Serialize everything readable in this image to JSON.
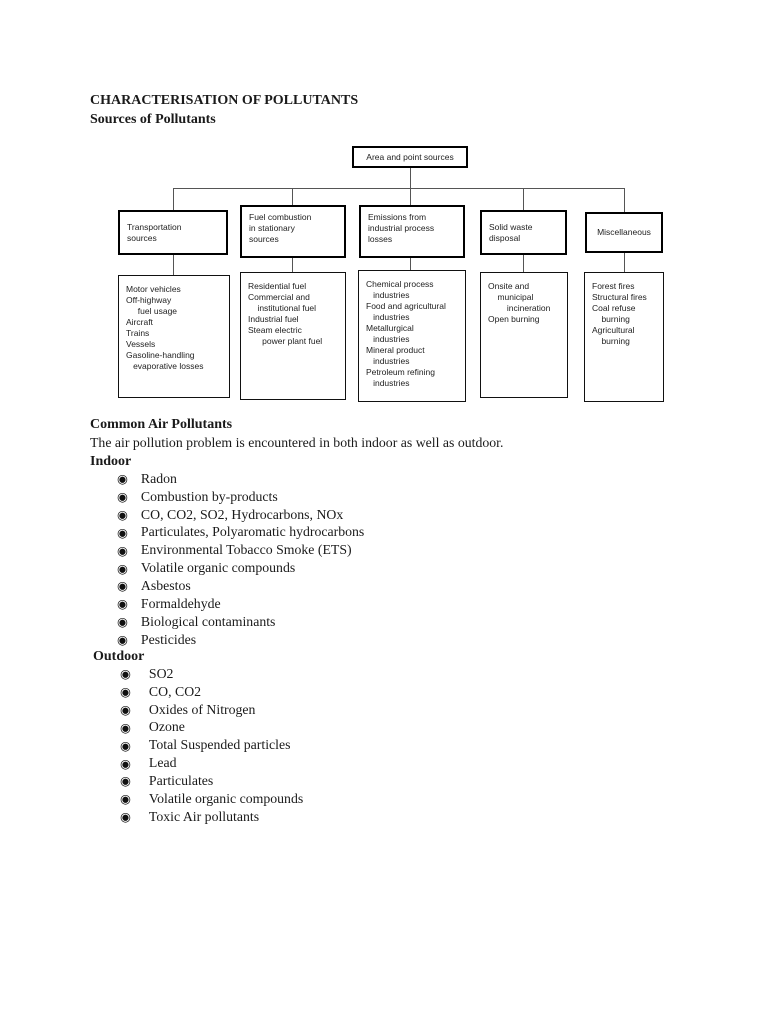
{
  "page": {
    "title": "CHARACTERISATION OF POLLUTANTS",
    "subtitle": "Sources of Pollutants"
  },
  "chart_data": {
    "type": "org-chart",
    "root": "Area and point sources",
    "branches": [
      {
        "label": "Transportation\nsources",
        "items": "Motor vehicles\nOff-highway\n     fuel usage\nAircraft\nTrains\nVessels\nGasoline-handling\n   evaporative losses"
      },
      {
        "label": "Fuel combustion\nin stationary\nsources",
        "items": "Residential fuel\nCommercial and\n    institutional fuel\nIndustrial fuel\nSteam electric\n      power plant fuel"
      },
      {
        "label": "Emissions from\nindustrial process\nlosses",
        "items": "Chemical process\n   industries\nFood and agricultural\n   industries\nMetallurgical\n   industries\nMineral product\n   industries\nPetroleum refining\n   industries"
      },
      {
        "label": "Solid waste\ndisposal",
        "items": "Onsite and\n    municipal\n        incineration\nOpen burning"
      },
      {
        "label": "Miscellaneous",
        "items": "Forest fires\nStructural fires\nCoal refuse\n    burning\nAgricultural\n    burning"
      }
    ]
  },
  "sections": {
    "common_title": "Common Air Pollutants",
    "intro": "The air pollution problem is encountered in both indoor as well as outdoor.",
    "indoor_title": "Indoor",
    "indoor_items": [
      "Radon",
      "Combustion by-products",
      "CO, CO2, SO2, Hydrocarbons, NOx",
      "Particulates, Polyaromatic hydrocarbons",
      "Environmental Tobacco Smoke (ETS)",
      "Volatile organic compounds",
      "Asbestos",
      "Formaldehyde",
      "Biological contaminants",
      "Pesticides"
    ],
    "outdoor_title": "Outdoor",
    "outdoor_items": [
      "SO2",
      "CO, CO2",
      "Oxides of Nitrogen",
      "Ozone",
      "Total Suspended particles",
      "Lead",
      "Particulates",
      "Volatile organic compounds",
      "Toxic Air pollutants"
    ],
    "bullet_glyph": "◉"
  },
  "colors": {
    "ink": "#1a1a1a",
    "box_border": "#000000",
    "connector": "#555555",
    "background": "#ffffff"
  }
}
